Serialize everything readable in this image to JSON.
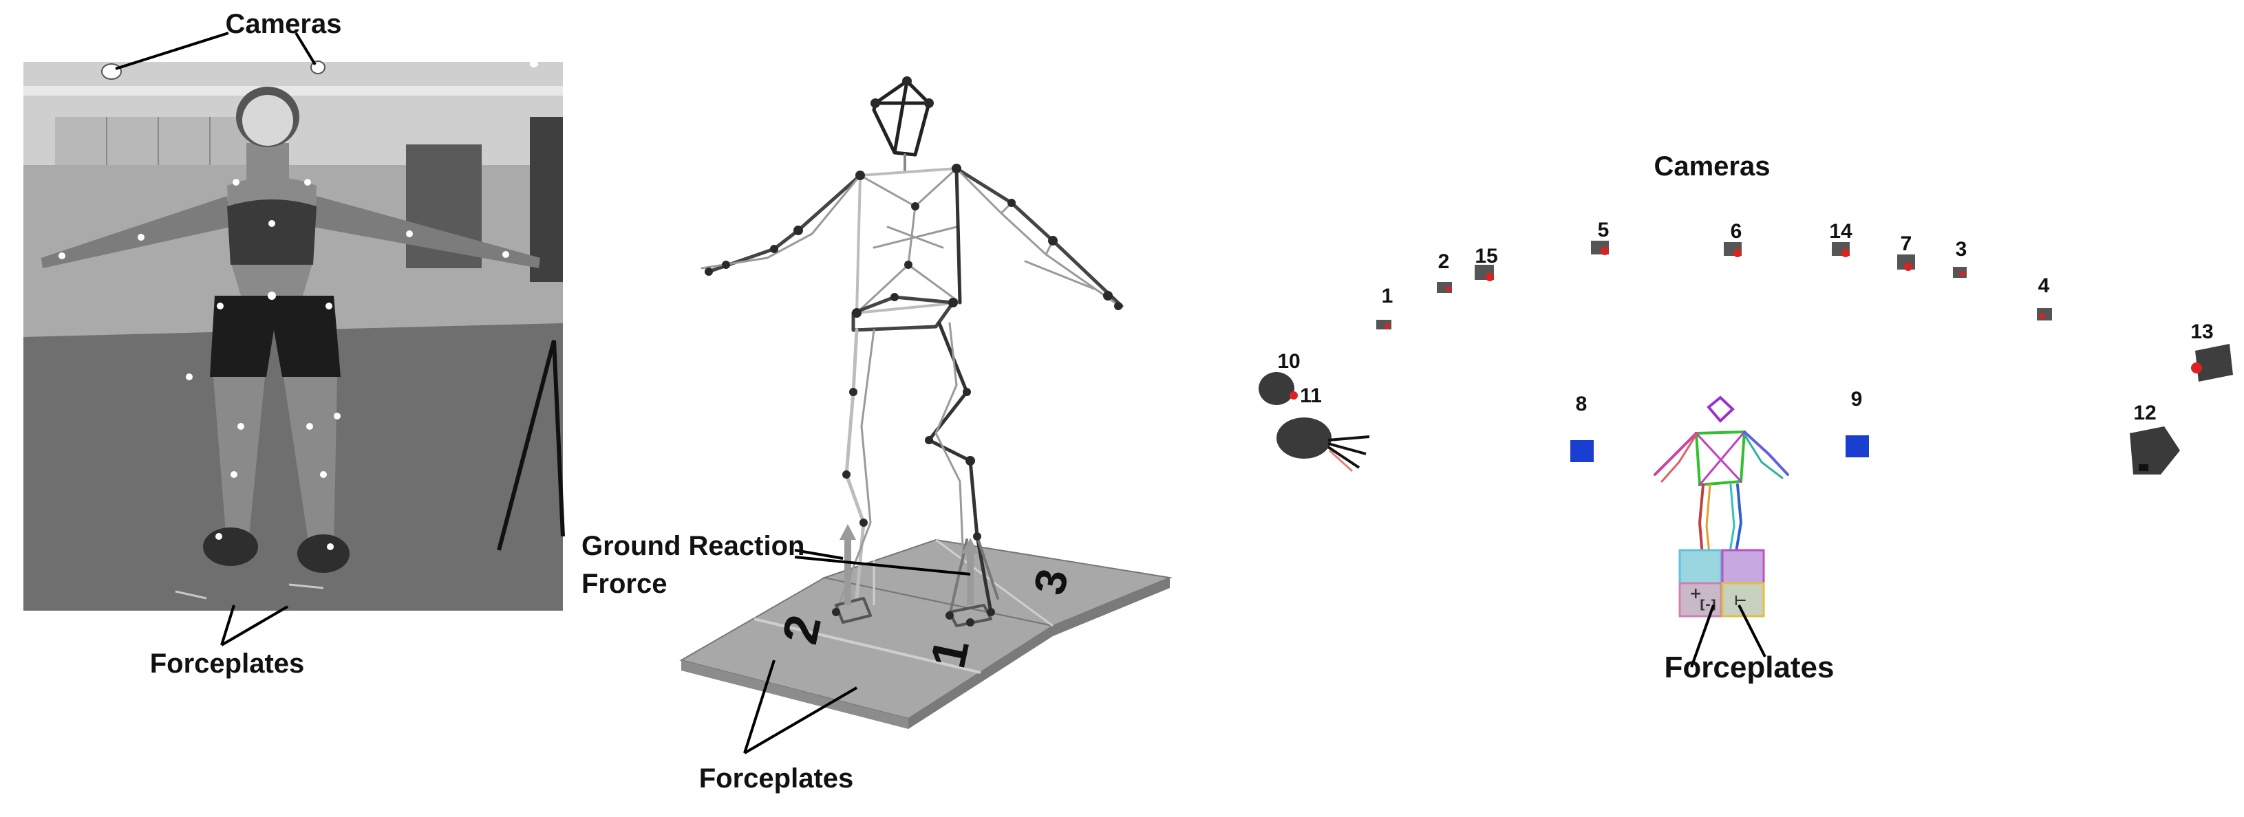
{
  "photo_panel": {
    "cameras_label": "Cameras",
    "forceplates_label": "Forceplates"
  },
  "model_panel": {
    "grf_label_line1": "Ground Reaction",
    "grf_label_line2": "Frorce",
    "forceplates_label": "Forceplates",
    "plate_numbers": [
      "3",
      "2",
      "1"
    ]
  },
  "camera_panel": {
    "cameras_label": "Cameras",
    "forceplates_label": "Forceplates",
    "camera_ids": [
      "1",
      "2",
      "15",
      "5",
      "6",
      "14",
      "7",
      "3",
      "4",
      "13",
      "10",
      "11",
      "8",
      "9",
      "12"
    ]
  },
  "colors": {
    "marker_red": "#e02020",
    "camera_blue": "#1a3fd0",
    "plate_gray": "#a8a8a8"
  }
}
